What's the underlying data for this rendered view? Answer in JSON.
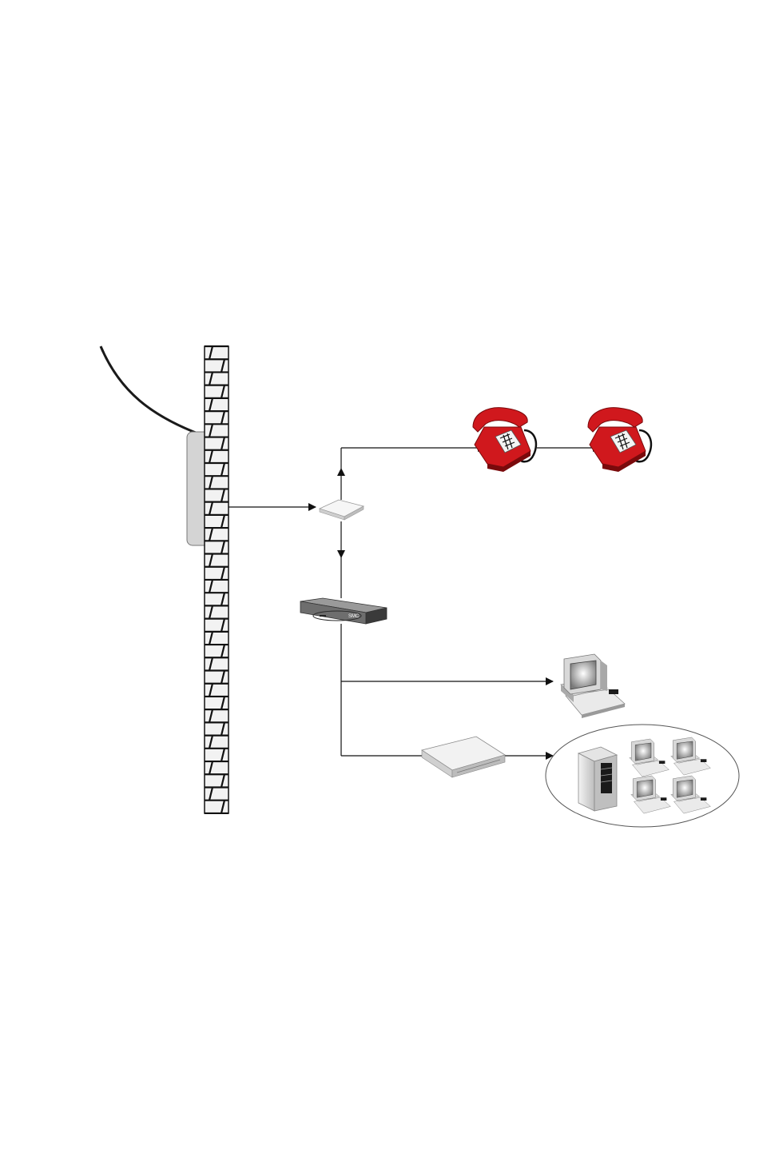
{
  "diagram": {
    "background": "#ffffff",
    "colors": {
      "line": "#111111",
      "cable": "#1a1a1a",
      "brick_fill": "#f2f2f2",
      "brick_mortar": "#111111",
      "junction_box": "#d4d4d4",
      "phone_body": "#d0181d",
      "phone_shadow": "#7a0a0c",
      "keypad": "#f4f4f4",
      "device_gray": "#9a9a9a",
      "device_dark": "#3a3a3a",
      "cloud_outline": "#555555"
    },
    "nodes": [
      {
        "id": "incoming-cable",
        "icon": "cable-curve-icon"
      },
      {
        "id": "brick-wall",
        "icon": "brick-wall-icon"
      },
      {
        "id": "wall-junction-box",
        "icon": "wall-box-icon"
      },
      {
        "id": "splitter",
        "icon": "splitter-icon"
      },
      {
        "id": "telephone-1",
        "icon": "telephone-icon"
      },
      {
        "id": "telephone-2",
        "icon": "telephone-icon"
      },
      {
        "id": "adsl-modem",
        "icon": "modem-icon",
        "brand_mark": "SMC"
      },
      {
        "id": "desktop-pc",
        "icon": "computer-icon"
      },
      {
        "id": "hub",
        "icon": "hub-icon"
      },
      {
        "id": "lan-network",
        "icon": "network-cloud-icon",
        "members": [
          "server-tower",
          "pc-1",
          "pc-2",
          "pc-3",
          "pc-4"
        ]
      }
    ],
    "connections": [
      {
        "from": "wall-junction-box",
        "to": "splitter"
      },
      {
        "from": "splitter",
        "to": "telephone-1"
      },
      {
        "from": "telephone-1",
        "to": "telephone-2"
      },
      {
        "from": "splitter",
        "to": "adsl-modem"
      },
      {
        "from": "adsl-modem",
        "to": "desktop-pc"
      },
      {
        "from": "adsl-modem",
        "to": "hub"
      },
      {
        "from": "hub",
        "to": "lan-network"
      }
    ]
  }
}
